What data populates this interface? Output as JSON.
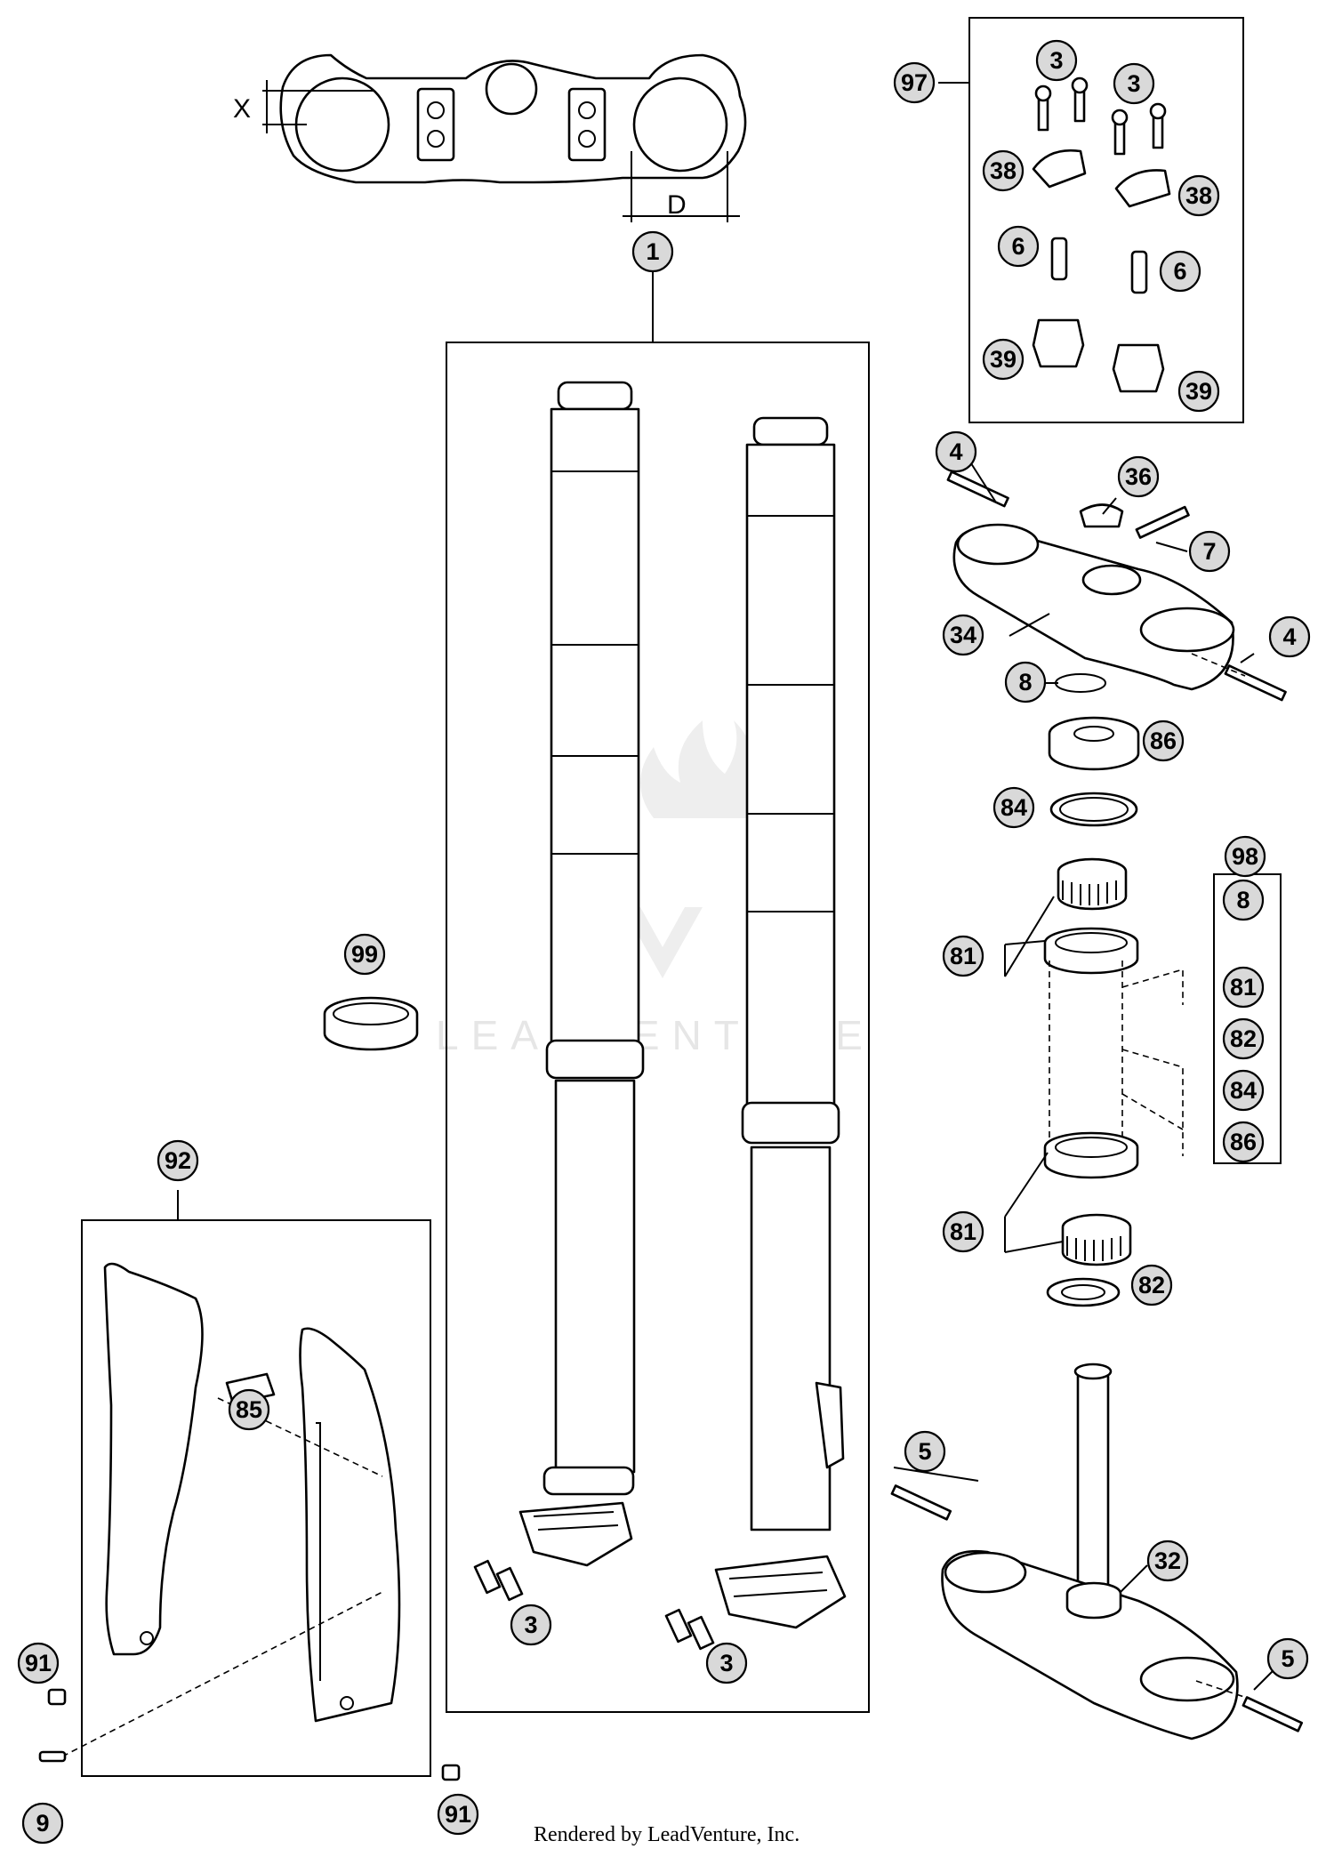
{
  "dimension_labels": {
    "x": "X",
    "d": "D"
  },
  "watermark": "LEADVENTURE",
  "footer": "Rendered by LeadVenture, Inc.",
  "callouts": {
    "c1": "1",
    "c97": "97",
    "c3a": "3",
    "c3b": "3",
    "c38a": "38",
    "c38b": "38",
    "c6a": "6",
    "c6b": "6",
    "c39a": "39",
    "c39b": "39",
    "c4a": "4",
    "c36": "36",
    "c7": "7",
    "c34": "34",
    "c4b": "4",
    "c8": "8",
    "c86": "86",
    "c84": "84",
    "c98": "98",
    "c81a": "81",
    "c81b": "81",
    "c82": "82",
    "k8": "8",
    "k81": "81",
    "k82": "82",
    "k84": "84",
    "k86": "86",
    "c99": "99",
    "c92": "92",
    "c85": "85",
    "c91a": "91",
    "c91b": "91",
    "c9": "9",
    "c3c": "3",
    "c3d": "3",
    "c5a": "5",
    "c5b": "5",
    "c32": "32"
  }
}
